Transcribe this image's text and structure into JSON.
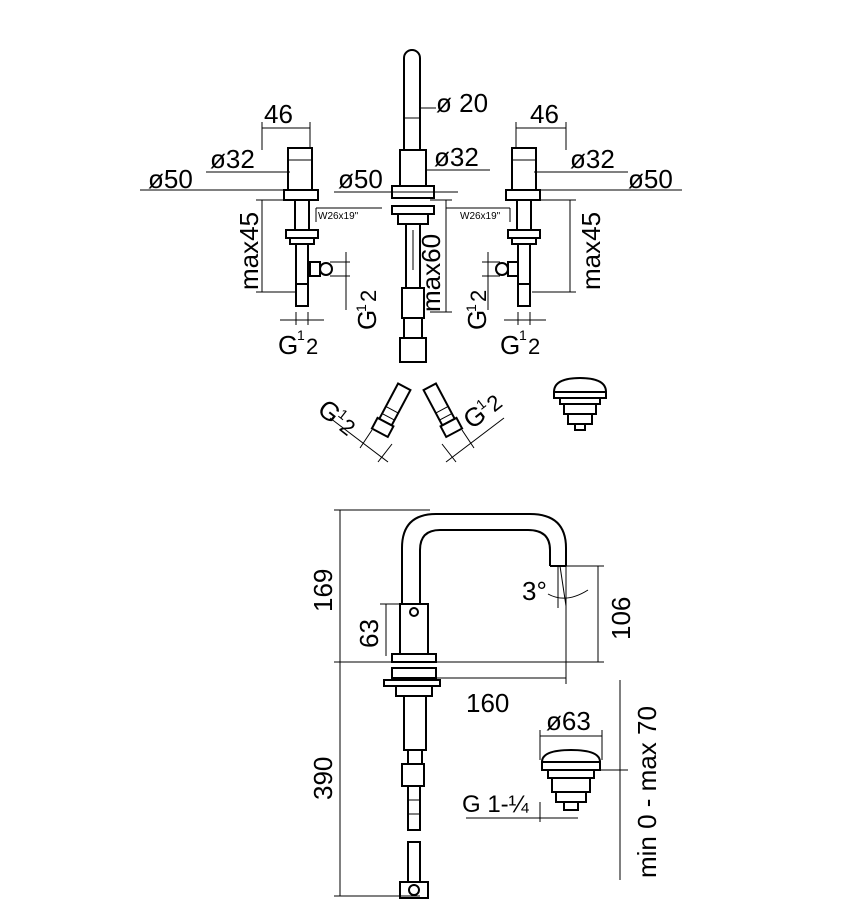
{
  "top_view": {
    "left_valve": {
      "width": "46",
      "knob_dia": "ø32",
      "rosette_dia": "ø50",
      "height": "max45",
      "thread_note": "W26x19\"",
      "outlet": "G",
      "outlet_frac_num": "1",
      "outlet_frac_den": "2",
      "bottom": "G",
      "bottom_num": "1",
      "bottom_den": "2"
    },
    "spout": {
      "tube_dia": "ø 20",
      "body_dia": "ø32",
      "rosette_dia": "ø50",
      "height": "max60"
    },
    "right_valve": {
      "width": "46",
      "knob_dia": "ø32",
      "rosette_dia": "ø50",
      "height": "max45",
      "thread_note": "W26x19\"",
      "outlet": "G",
      "outlet_frac_num": "1",
      "outlet_frac_den": "2",
      "bottom": "G",
      "bottom_num": "1",
      "bottom_den": "2"
    },
    "hose_left": {
      "label": "G",
      "num": "1",
      "den": "2"
    },
    "hose_right": {
      "label": "G",
      "num": "1",
      "den": "2"
    }
  },
  "side_view": {
    "total_height": "169",
    "body_height": "63",
    "spout_height": "106",
    "reach": "160",
    "tilt": "3°",
    "underside": "390"
  },
  "waste": {
    "diameter": "ø63",
    "thread": "G 1-¼",
    "range": "min 0 - max 70"
  }
}
